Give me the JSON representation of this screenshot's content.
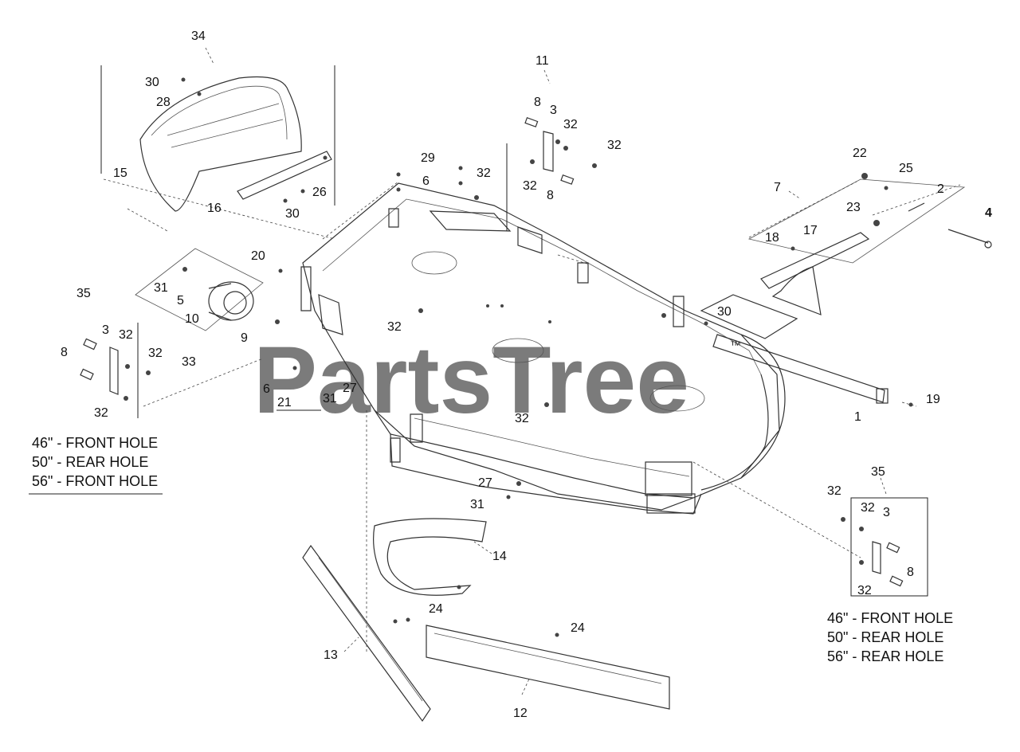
{
  "watermark": {
    "text": "PartsTree",
    "trademark": "™"
  },
  "callouts": [
    {
      "id": "c34a",
      "text": "34"
    },
    {
      "id": "c30a",
      "text": "30"
    },
    {
      "id": "c28",
      "text": "28"
    },
    {
      "id": "c15",
      "text": "15"
    },
    {
      "id": "c16",
      "text": "16"
    },
    {
      "id": "c30b",
      "text": "30"
    },
    {
      "id": "c26",
      "text": "26"
    },
    {
      "id": "c11",
      "text": "11"
    },
    {
      "id": "c8a",
      "text": "8"
    },
    {
      "id": "c3a",
      "text": "3"
    },
    {
      "id": "c32a",
      "text": "32"
    },
    {
      "id": "c32b",
      "text": "32"
    },
    {
      "id": "c32c",
      "text": "32"
    },
    {
      "id": "c8b",
      "text": "8"
    },
    {
      "id": "c29",
      "text": "29"
    },
    {
      "id": "c6a",
      "text": "6"
    },
    {
      "id": "c32d",
      "text": "32"
    },
    {
      "id": "c22",
      "text": "22"
    },
    {
      "id": "c25",
      "text": "25"
    },
    {
      "id": "c7",
      "text": "7"
    },
    {
      "id": "c2",
      "text": "2"
    },
    {
      "id": "c23",
      "text": "23"
    },
    {
      "id": "c4",
      "text": "4"
    },
    {
      "id": "c18",
      "text": "18"
    },
    {
      "id": "c17",
      "text": "17"
    },
    {
      "id": "c20",
      "text": "20"
    },
    {
      "id": "c31a",
      "text": "31"
    },
    {
      "id": "c5",
      "text": "5"
    },
    {
      "id": "c10",
      "text": "10"
    },
    {
      "id": "c9",
      "text": "9"
    },
    {
      "id": "c33",
      "text": "33"
    },
    {
      "id": "c35a",
      "text": "35"
    },
    {
      "id": "c3b",
      "text": "3"
    },
    {
      "id": "c32e",
      "text": "32"
    },
    {
      "id": "c8c",
      "text": "8"
    },
    {
      "id": "c32f",
      "text": "32"
    },
    {
      "id": "c32g",
      "text": "32"
    },
    {
      "id": "c6b",
      "text": "6"
    },
    {
      "id": "c21",
      "text": "21"
    },
    {
      "id": "c31b",
      "text": "31"
    },
    {
      "id": "c27a",
      "text": "27"
    },
    {
      "id": "c32h",
      "text": "32"
    },
    {
      "id": "c30c",
      "text": "30"
    },
    {
      "id": "c32i",
      "text": "32"
    },
    {
      "id": "c19",
      "text": "19"
    },
    {
      "id": "c1",
      "text": "1"
    },
    {
      "id": "c27b",
      "text": "27"
    },
    {
      "id": "c31c",
      "text": "31"
    },
    {
      "id": "c14",
      "text": "14"
    },
    {
      "id": "c24a",
      "text": "24"
    },
    {
      "id": "c24b",
      "text": "24"
    },
    {
      "id": "c13",
      "text": "13"
    },
    {
      "id": "c12",
      "text": "12"
    },
    {
      "id": "c35b",
      "text": "35"
    },
    {
      "id": "c32j",
      "text": "32"
    },
    {
      "id": "c32k",
      "text": "32"
    },
    {
      "id": "c3c",
      "text": "3"
    },
    {
      "id": "c8d",
      "text": "8"
    },
    {
      "id": "c32l",
      "text": "32"
    }
  ],
  "notes_left": [
    "46\" - FRONT HOLE",
    "50\" - REAR HOLE",
    "56\" - FRONT HOLE"
  ],
  "notes_right": [
    "46\" - FRONT HOLE",
    "50\" - REAR HOLE",
    "56\" - REAR HOLE"
  ]
}
